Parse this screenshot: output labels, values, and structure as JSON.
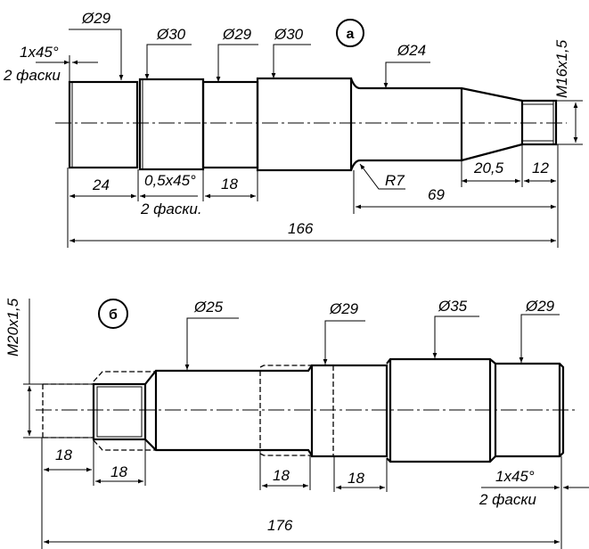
{
  "drawing_a": {
    "label": "а",
    "diameters": [
      "Ø29",
      "Ø30",
      "Ø29",
      "Ø30",
      "Ø24"
    ],
    "thread": "M16x1,5",
    "chamfer_end": "1x45°",
    "chamfer_end_note": "2 фаски",
    "chamfer_mid": "0,5x45°",
    "chamfer_mid_note": "2 фаски.",
    "radius": "R7",
    "dims": {
      "d24": "24",
      "d18": "18",
      "d69": "69",
      "d205": "20,5",
      "d12": "12",
      "d166": "166"
    }
  },
  "drawing_b": {
    "label": "б",
    "diameters": [
      "Ø25",
      "Ø29",
      "Ø35",
      "Ø29"
    ],
    "thread": "M20x1,5",
    "chamfer": "1x45°",
    "chamfer_note": "2 фаски",
    "dims": {
      "a": "18",
      "b": "18",
      "c": "18",
      "d": "18",
      "total": "176"
    }
  }
}
